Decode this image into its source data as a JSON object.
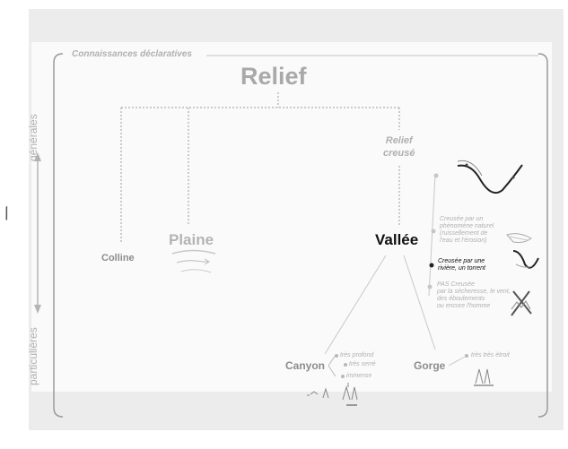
{
  "header": {
    "section_label": "Connaissances déclaratives"
  },
  "side_labels": {
    "general": "générales",
    "particular": "particulières"
  },
  "root": {
    "label": "Relief"
  },
  "intermediate": {
    "label_line1": "Relief",
    "label_line2": "creusé"
  },
  "level2": {
    "colline": "Colline",
    "plaine": "Plaine",
    "vallee": "Vallée"
  },
  "vallee_properties": {
    "p1": [
      "Creusée par un",
      "phénomène naturel",
      "(ruissellement de",
      "l'eau et l'érosion)"
    ],
    "p2": [
      "Creusée par une",
      "rivière, un torrent"
    ],
    "p3": [
      "PAS Creusée",
      "par la sécheresse, le vent,",
      "des éboulements",
      "ou encore l'homme"
    ]
  },
  "level3": {
    "canyon": {
      "label": "Canyon",
      "props": [
        "très profond",
        "très serré",
        "immense"
      ]
    },
    "gorge": {
      "label": "Gorge",
      "props": [
        "très très étroit"
      ]
    }
  },
  "margin_mark": "/"
}
